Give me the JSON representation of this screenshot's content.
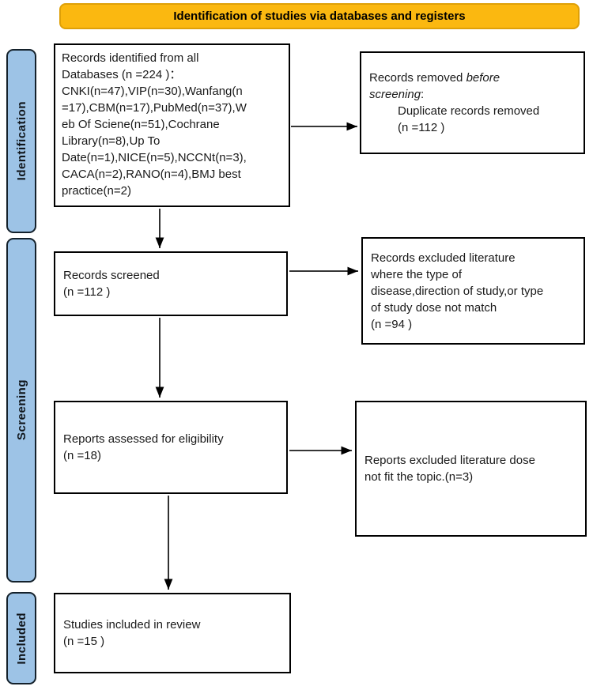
{
  "banner": {
    "label": "Identification of studies via databases and registers"
  },
  "colors": {
    "banner_fill": "#FBB810",
    "banner_border": "#DFA007",
    "sidebar_fill": "#9DC3E6",
    "sidebar_border": "#14212B",
    "box_border": "#000000",
    "arrow": "#1a1a1a"
  },
  "sidebar": {
    "items": [
      {
        "label": "Identification"
      },
      {
        "label": "Screening"
      },
      {
        "label": "Included"
      }
    ]
  },
  "flow": {
    "identified": "Records identified from all\nDatabases (n =224 )：\nCNKI(n=47),VIP(n=30),Wanfang(n\n=17),CBM(n=17),PubMed(n=37),W\neb Of Sciene(n=51),Cochrane\nLibrary(n=8),Up To\nDate(n=1),NICE(n=5),NCCNt(n=3),\nCACA(n=2),RANO(n=4),BMJ best\npractice(n=2)",
    "screened": "Records screened\n(n =112 )",
    "assessed": "Reports assessed for eligibility\n(n =18)",
    "included": "Studies included in review\n(n =15 )",
    "removed_prefix": "Records removed ",
    "removed_italic": "before\nscreening",
    "removed_suffix": ":",
    "removed_detail": "Duplicate records removed\n(n =112 )",
    "excluded_records": "Records excluded literature\nwhere the type of\ndisease,direction of study,or type\nof study dose not match\n(n =94 )",
    "excluded_reports": "Reports excluded literature dose\nnot fit the topic.(n=3)"
  }
}
